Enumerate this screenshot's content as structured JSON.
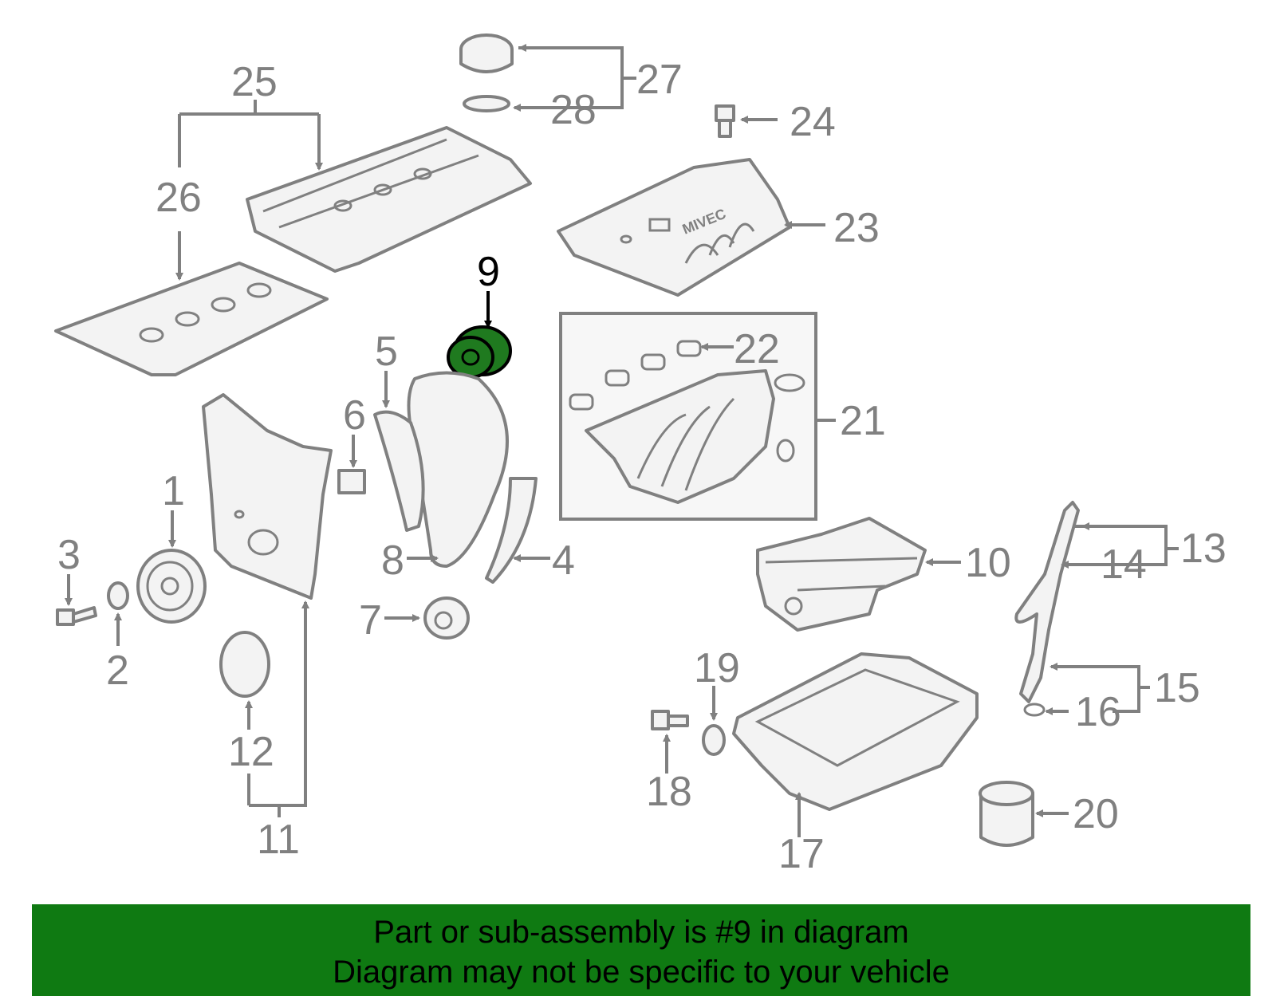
{
  "diagram": {
    "highlighted_part": "9",
    "labels": {
      "p1": "1",
      "p2": "2",
      "p3": "3",
      "p4": "4",
      "p5": "5",
      "p6": "6",
      "p7": "7",
      "p8": "8",
      "p9": "9",
      "p10": "10",
      "p11": "11",
      "p12": "12",
      "p13": "13",
      "p14": "14",
      "p15": "15",
      "p16": "16",
      "p17": "17",
      "p18": "18",
      "p19": "19",
      "p20": "20",
      "p21": "21",
      "p22": "22",
      "p23": "23",
      "p24": "24",
      "p25": "25",
      "p26": "26",
      "p27": "27",
      "p28": "28"
    },
    "cover_logo_text": "MIVEC"
  },
  "banner": {
    "line1": "Part or sub-assembly is #9 in diagram",
    "line2": "Diagram may not be specific to your vehicle",
    "color": "#0f7a12"
  },
  "colors": {
    "part_stroke": "#808080",
    "highlight": "#1f7a1f"
  }
}
